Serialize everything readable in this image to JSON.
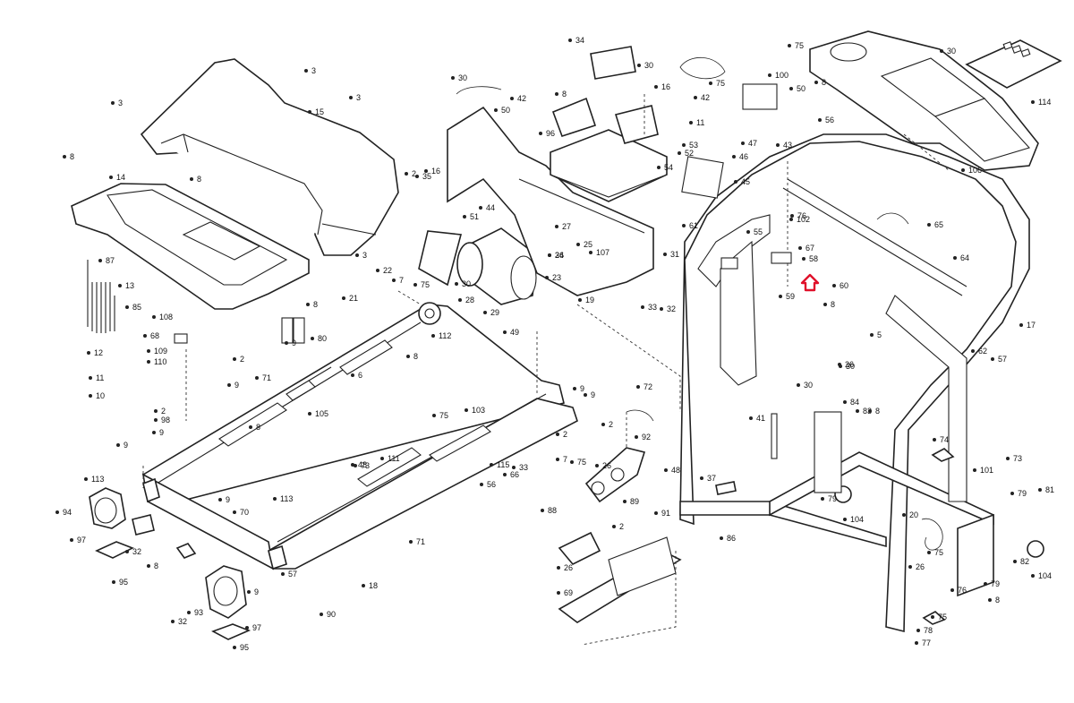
{
  "diagram": {
    "description_colors": {
      "line": "#222222",
      "highlight_arrow": "#e0102a",
      "background": "#ffffff"
    },
    "callouts": [
      "3",
      "15",
      "3",
      "3",
      "8",
      "8",
      "14",
      "8",
      "3",
      "87",
      "13",
      "85",
      "12",
      "11",
      "10",
      "108",
      "68",
      "109",
      "110",
      "2",
      "9",
      "9",
      "9",
      "2",
      "98",
      "9",
      "113",
      "94",
      "97",
      "32",
      "95",
      "8",
      "70",
      "113",
      "9",
      "93",
      "32",
      "97",
      "95",
      "8",
      "105",
      "71",
      "6",
      "80",
      "48",
      "9",
      "8",
      "22",
      "7",
      "75",
      "112",
      "21",
      "2",
      "35",
      "16",
      "36",
      "33",
      "30",
      "42",
      "8",
      "96",
      "50",
      "51",
      "44",
      "30",
      "28",
      "29",
      "49",
      "27",
      "25",
      "107",
      "24",
      "23",
      "19",
      "31",
      "32",
      "33",
      "34",
      "30",
      "75",
      "42",
      "16",
      "11",
      "52",
      "54",
      "53",
      "47",
      "46",
      "45",
      "61",
      "43",
      "100",
      "50",
      "8",
      "56",
      "75",
      "30",
      "114",
      "106",
      "102",
      "55",
      "58",
      "59",
      "67",
      "60",
      "8",
      "5",
      "64",
      "65",
      "62",
      "57",
      "17",
      "111",
      "103",
      "115",
      "73",
      "75",
      "56",
      "57",
      "18",
      "90",
      "71",
      "9",
      "9",
      "2",
      "92",
      "72",
      "66",
      "2",
      "7",
      "75",
      "26",
      "89",
      "91",
      "48",
      "2",
      "26",
      "69",
      "88",
      "86",
      "37",
      "41",
      "30",
      "30",
      "84",
      "83",
      "8",
      "79",
      "104",
      "20",
      "26",
      "75",
      "76",
      "74",
      "78",
      "77",
      "101",
      "73",
      "79",
      "81",
      "82",
      "104",
      "79",
      "8",
      "75",
      "26",
      "76",
      "74",
      "101",
      "77",
      "79",
      "8",
      "104",
      "75",
      "5"
    ],
    "highlighted_part": "65"
  }
}
